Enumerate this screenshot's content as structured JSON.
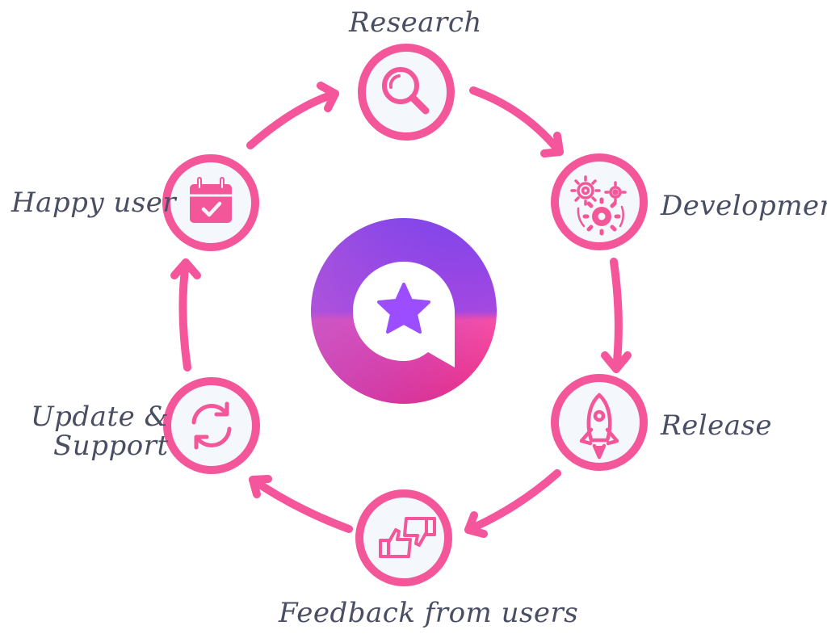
{
  "diagram": {
    "center_icon": "star-chat-logo-icon",
    "colors": {
      "node_ring": "#f3579a",
      "node_fill": "#f4f7fb",
      "arrow": "#f5559a",
      "label_text": "#4a4e63",
      "center_purple": "#8a45e8",
      "center_pink": "#f03a8a",
      "star": "#9b4dff"
    },
    "steps": [
      {
        "label": "Research",
        "icon": "magnifier-icon"
      },
      {
        "label": "Development",
        "icon": "gears-icon"
      },
      {
        "label": "Release",
        "icon": "rocket-icon"
      },
      {
        "label": "Feedback from users",
        "icon": "thumbs-up-down-icon"
      },
      {
        "label_line1": "Update &",
        "label_line2": "Support",
        "icon": "refresh-icon"
      },
      {
        "label": "Happy user",
        "icon": "calendar-check-icon"
      }
    ]
  }
}
